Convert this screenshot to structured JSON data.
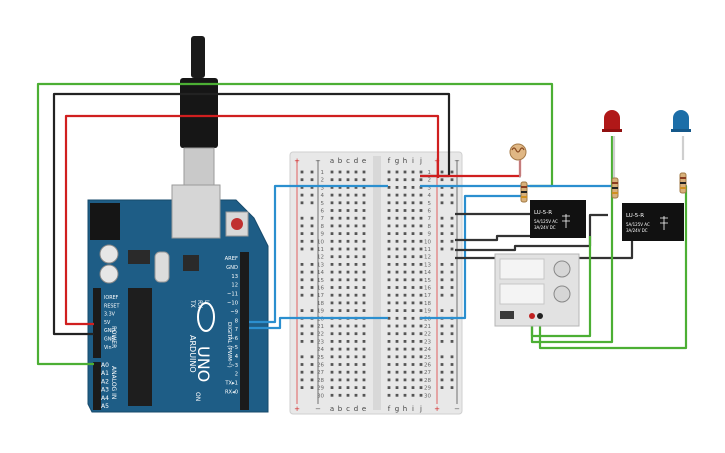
{
  "arduino": {
    "brand": "ARDUINO",
    "model": "UNO",
    "tx_label": "TX",
    "rx_label": "RX",
    "l_label": "L",
    "on_label": "ON",
    "power_header": "POWER",
    "analog_header": "ANALOG IN",
    "digital_header": "DIGITAL (PWM~)",
    "power_pins": [
      "IOREF",
      "RESET",
      "3.3V",
      "5V",
      "GND",
      "GND",
      "Vin"
    ],
    "analog_pins": [
      "A0",
      "A1",
      "A2",
      "A3",
      "A4",
      "A5"
    ],
    "digital_pins": [
      "AREF",
      "GND",
      "13",
      "12",
      "~11",
      "~10",
      "~9",
      "8",
      "7",
      "~6",
      "~5",
      "4",
      "~3",
      "2",
      "TX▸1",
      "RX◂0"
    ]
  },
  "breadboard": {
    "col_letters_left": [
      "a",
      "b",
      "c",
      "d",
      "e"
    ],
    "col_letters_right": [
      "f",
      "g",
      "h",
      "i",
      "j"
    ],
    "row_numbers": [
      "1",
      "2",
      "3",
      "4",
      "5",
      "6",
      "7",
      "8",
      "9",
      "10",
      "11",
      "12",
      "13",
      "14",
      "15",
      "16",
      "17",
      "18",
      "19",
      "20",
      "21",
      "22",
      "23",
      "24",
      "25",
      "26",
      "27",
      "28",
      "29",
      "30"
    ],
    "rail_plus": "+",
    "rail_minus": "−"
  },
  "relays": [
    {
      "title": "LU-5-R",
      "spec1": "5A/125V AC",
      "spec2": "3A/24V DC"
    },
    {
      "title": "LU-5-R",
      "spec1": "5A/125V AC",
      "spec2": "3A/24V DC"
    }
  ],
  "colors": {
    "board": "#1e5d86",
    "wire_red": "#d01f1f",
    "wire_black": "#222222",
    "wire_green": "#4caf34",
    "wire_blue": "#2b8fcf",
    "led_red": "#b01818",
    "led_blue": "#1c6ea8"
  }
}
